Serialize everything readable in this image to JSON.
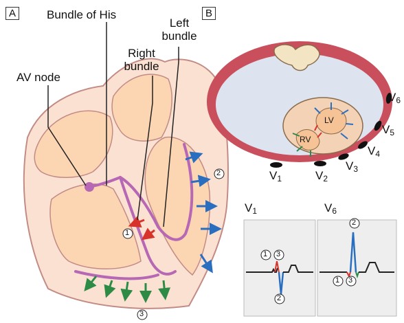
{
  "panel_a": {
    "letter": "A",
    "labels": {
      "bundle_of_his": "Bundle of His",
      "left_bundle": "Left\nbundle",
      "left_bundle_l1": "Left",
      "left_bundle_l2": "bundle",
      "right_bundle_l1": "Right",
      "right_bundle_l2": "bundle",
      "av_node": "AV node"
    },
    "markers": {
      "m1": "1",
      "m2": "2",
      "m3": "3"
    }
  },
  "panel_b": {
    "letter": "B",
    "chambers": {
      "lv": "LV",
      "rv": "RV"
    },
    "leads": [
      {
        "base": "V",
        "sub": "1"
      },
      {
        "base": "V",
        "sub": "2"
      },
      {
        "base": "V",
        "sub": "3"
      },
      {
        "base": "V",
        "sub": "4"
      },
      {
        "base": "V",
        "sub": "5"
      },
      {
        "base": "V",
        "sub": "6"
      }
    ]
  },
  "ecg": {
    "v1": {
      "base": "V",
      "sub": "1",
      "markers": [
        "1",
        "3",
        "2"
      ]
    },
    "v6": {
      "base": "V",
      "sub": "6",
      "markers": [
        "2",
        "1",
        "3"
      ]
    }
  },
  "colors": {
    "myocardium_fill": "#fbe1d2",
    "myocardium_edge": "#c28b86",
    "chamber_fill": "#fcd5b3",
    "conduction": "#b768b5",
    "arrow_blue": "#2a6fbf",
    "arrow_green": "#2e8b45",
    "arrow_red": "#d8332b",
    "chest_wall": "#c84f5b",
    "chest_inner": "#dde3ef",
    "ecg_bg": "#eeeeee",
    "ecg_v1_spike": "#2a6fbf",
    "ecg_v6_spike": "#2a6fbf"
  }
}
